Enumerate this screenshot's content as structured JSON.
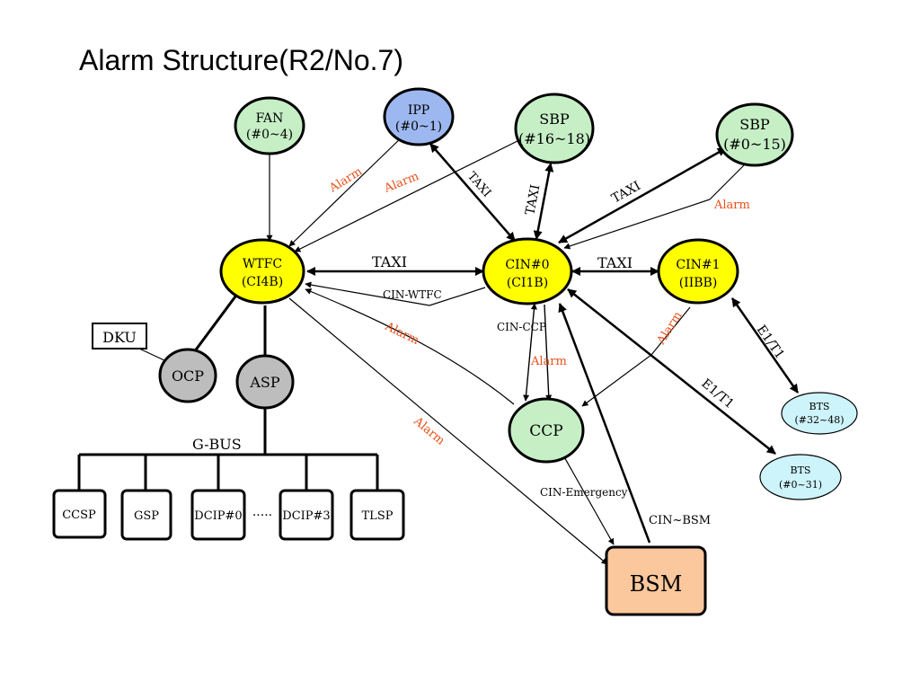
{
  "title": "Alarm Structure(R2/No.7)",
  "colors": {
    "green": "#c6efc6",
    "blue": "#9db8f0",
    "yellow": "#ffff00",
    "gray": "#bdbdbd",
    "cyan": "#cdf3fb",
    "peach": "#fbc79c",
    "alarm_text": "#e8501a"
  },
  "nodes": {
    "fan": {
      "line1": "FAN",
      "line2": "(#0~4)"
    },
    "ipp": {
      "line1": "IPP",
      "line2": "(#0~1)"
    },
    "sbp16": {
      "line1": "SBP",
      "line2": "(#16~18)"
    },
    "sbp0": {
      "line1": "SBP",
      "line2": "(#0~15)"
    },
    "wtfc": {
      "line1": "WTFC",
      "line2": "(CI4B)"
    },
    "cin0": {
      "line1": "CIN#0",
      "line2": "(CI1B)"
    },
    "cin1": {
      "line1": "CIN#1",
      "line2": "(IIBB)"
    },
    "dku": "DKU",
    "ocp": "OCP",
    "asp": "ASP",
    "ccp": "CCP",
    "bts32": {
      "line1": "BTS",
      "line2": "(#32~48)"
    },
    "bts0": {
      "line1": "BTS",
      "line2": "(#0~31)"
    },
    "bsm": "BSM",
    "gbus": "G-BUS",
    "ccsp": "CCSP",
    "gsp": "GSP",
    "dcip0": "DCIP#0",
    "dots": "·····",
    "dcip3": "DCIP#3",
    "tlsp": "TLSP"
  },
  "labels": {
    "alarm": "Alarm",
    "taxi": "TAXI",
    "cin_wtfc": "CIN-WTFC",
    "cin_ccp": "CIN-CCP",
    "e1t1": "E1/T1",
    "cin_emergency": "CIN-Emergency",
    "cin_bsm": "CIN~BSM"
  }
}
